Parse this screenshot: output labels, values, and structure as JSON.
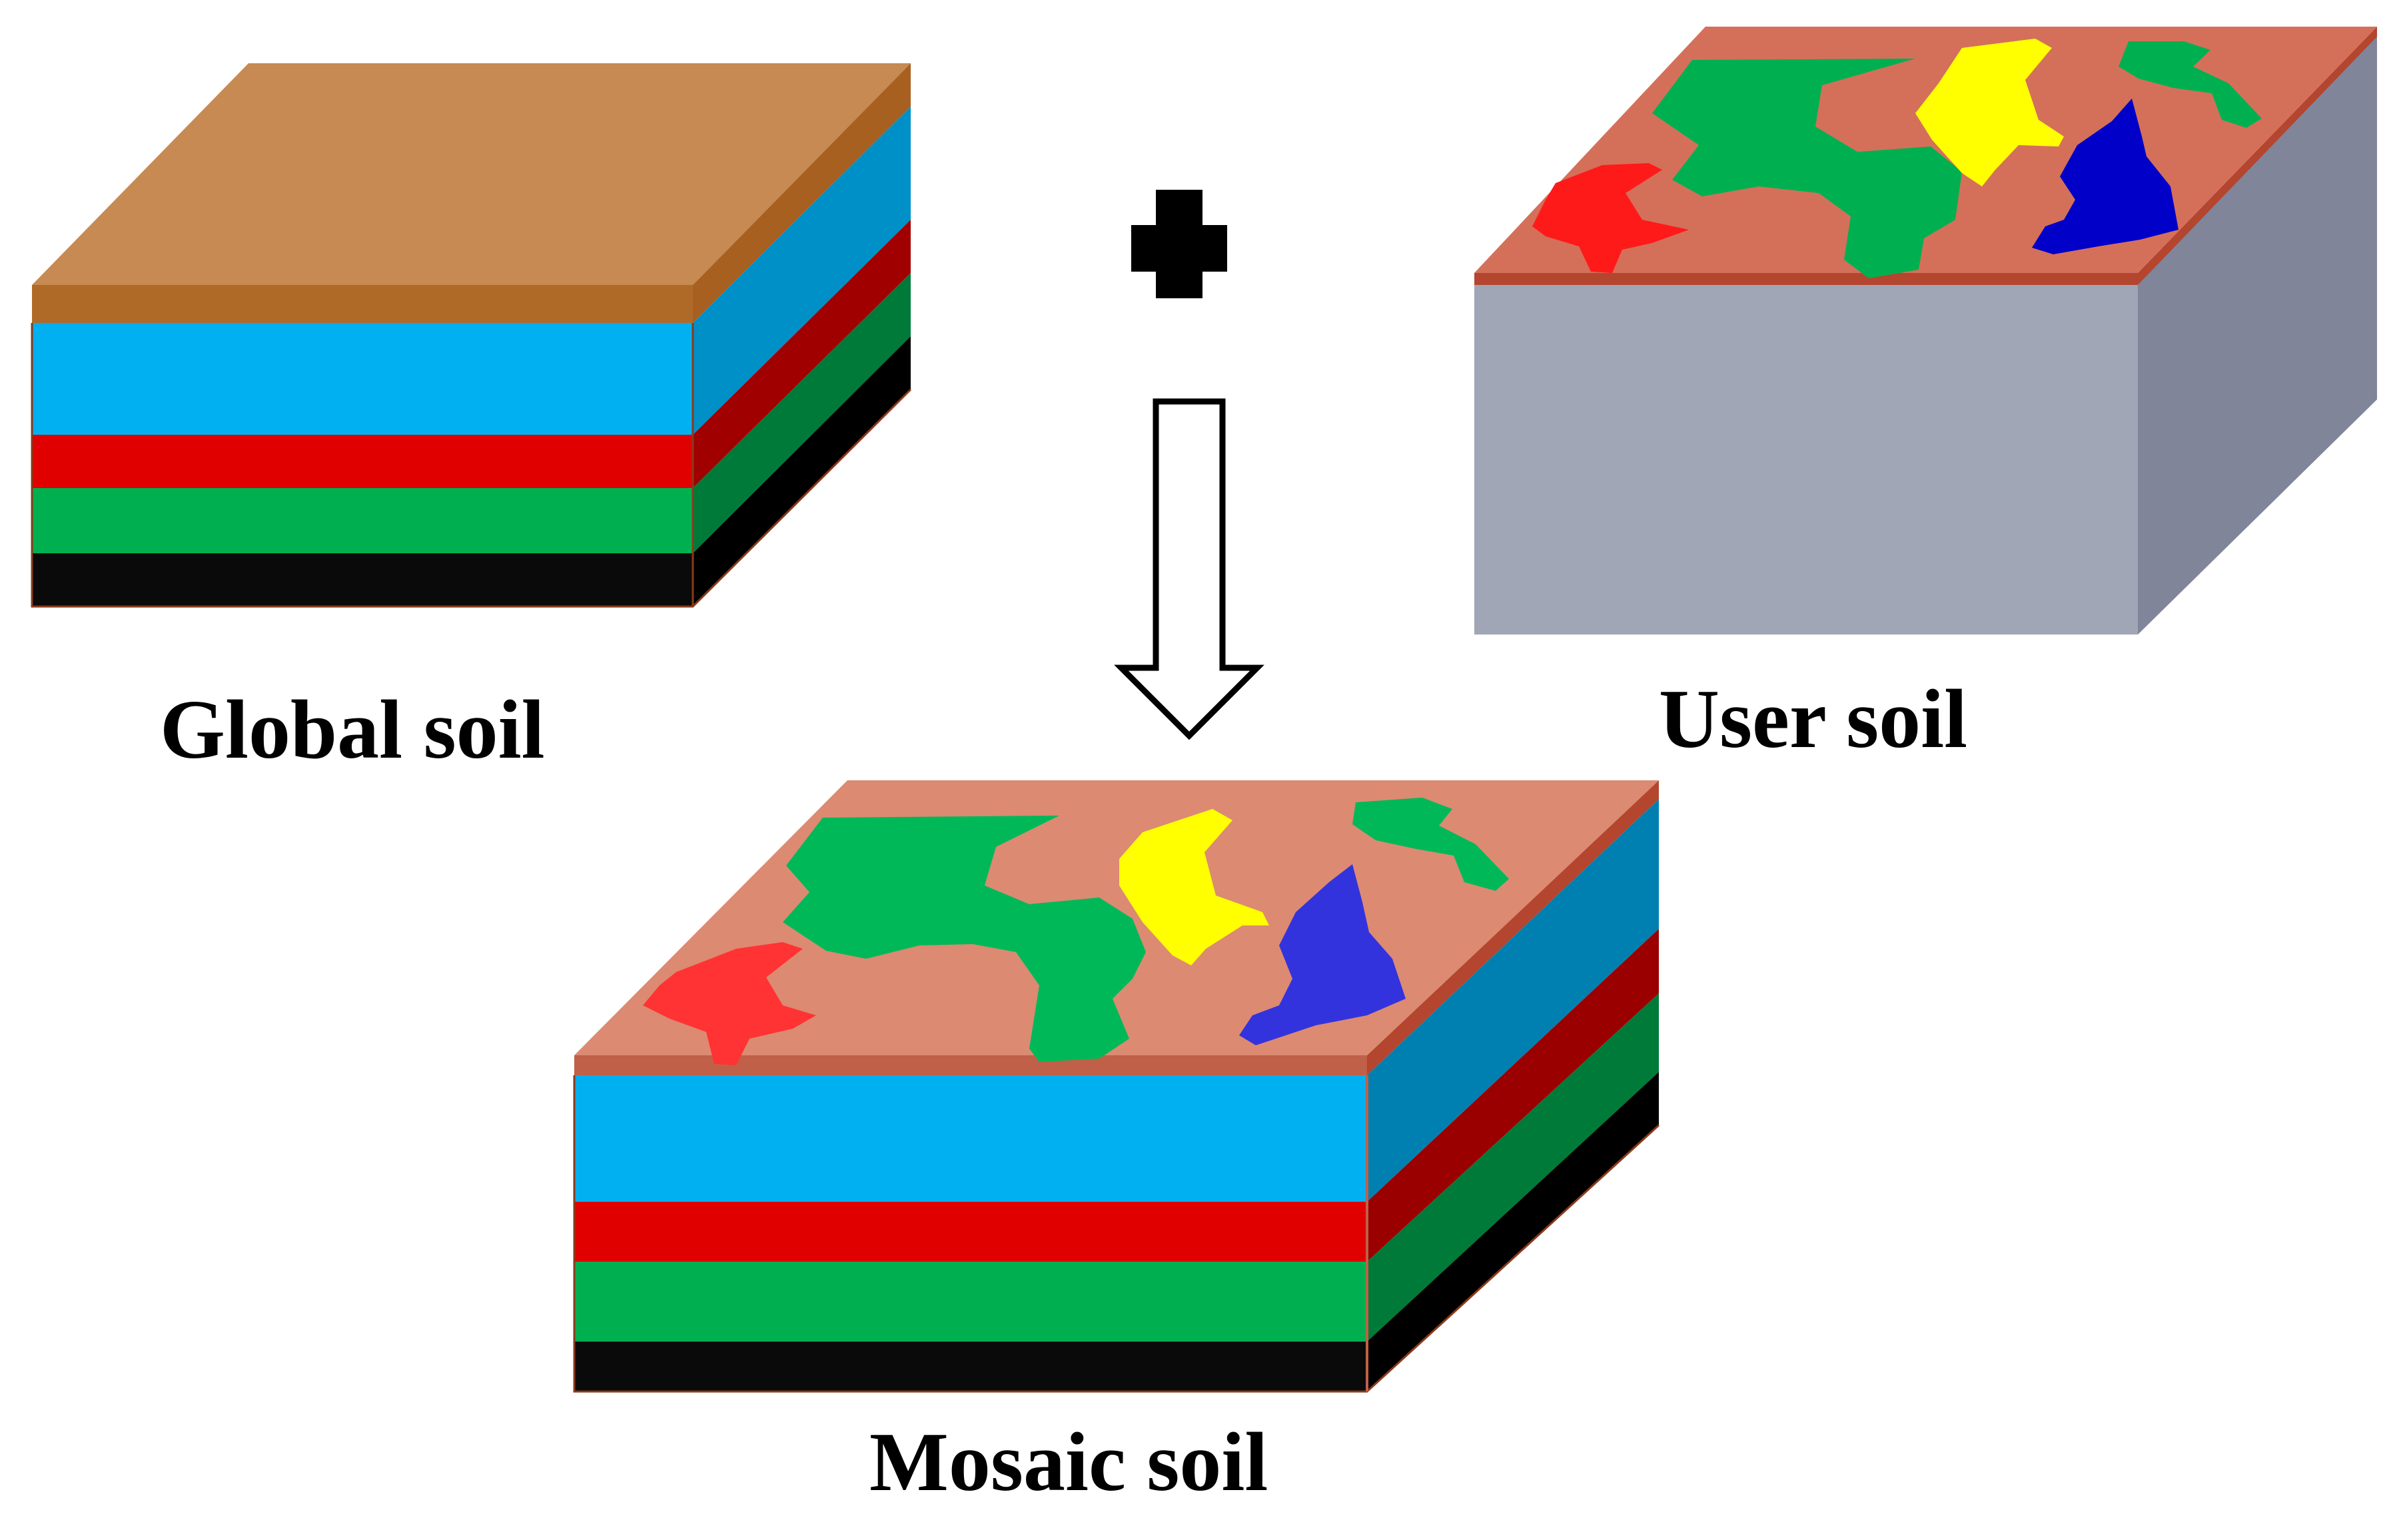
{
  "labels": {
    "global_soil": "Global soil",
    "user_soil": "User soil",
    "mosaic_soil": "Mosaic soil"
  },
  "icons": {
    "plus": "plus-icon",
    "arrow": "down-arrow-icon"
  },
  "colors": {
    "global_top": "#C68A52",
    "layer_blue": "#00B0F0",
    "layer_red": "#E00000",
    "layer_green": "#00B050",
    "layer_black": "#0A0A0A",
    "user_top_base": "#D4705A",
    "user_body_front": "#A0A6B6",
    "user_body_side": "#80859A",
    "patch_green": "#00B050",
    "patch_yellow": "#FFFF00",
    "patch_blue": "#0000C8",
    "patch_red": "#FF1A1A"
  }
}
